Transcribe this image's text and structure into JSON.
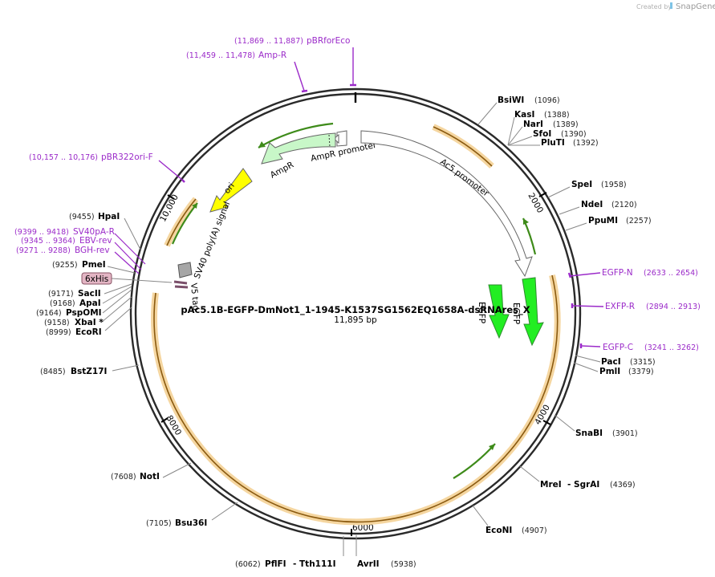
{
  "credit": {
    "prefix": "Created by",
    "brand": "SnapGene"
  },
  "map": {
    "title": "pAc5.1B-EGFP-DmNot1_1-1945-K1537SG1562EQ1658A-dsRNAres_X",
    "size_label": "11,895 bp"
  },
  "tick_labels": [
    "2000",
    "4000",
    "6000",
    "8000",
    "10,000"
  ],
  "sites_right": [
    {
      "name": "BsiWI",
      "pos": "(1096)"
    },
    {
      "name": "KasI",
      "pos": "(1388)"
    },
    {
      "name": "NarI",
      "pos": "(1389)"
    },
    {
      "name": "SfoI",
      "pos": "(1390)"
    },
    {
      "name": "PluTI",
      "pos": "(1392)"
    },
    {
      "name": "SpeI",
      "pos": "(1958)"
    },
    {
      "name": "NdeI",
      "pos": "(2120)"
    },
    {
      "name": "PpuMI",
      "pos": "(2257)"
    },
    {
      "name": "PacI",
      "pos": "(3315)"
    },
    {
      "name": "PmlI",
      "pos": "(3379)"
    },
    {
      "name": "SnaBI",
      "pos": "(3901)"
    },
    {
      "name": "MreI",
      "pos": ""
    },
    {
      "name": "- SgrAI",
      "pos": "(4369)"
    },
    {
      "name": "EcoNI",
      "pos": "(4907)"
    },
    {
      "name": "AvrII",
      "pos": "(5938)"
    }
  ],
  "sites_left": [
    {
      "name": "PflFI",
      "pos": "(6062)"
    },
    {
      "name": "- Tth111I",
      "pos": ""
    },
    {
      "name": "Bsu36I",
      "pos": "(7105)"
    },
    {
      "name": "NotI",
      "pos": "(7608)"
    },
    {
      "name": "BstZ17I",
      "pos": "(8485)"
    },
    {
      "name": "EcoRI",
      "pos": "(8999)"
    },
    {
      "name": "XbaI  *",
      "pos": "(9158)"
    },
    {
      "name": "PspOMI",
      "pos": "(9164)"
    },
    {
      "name": "ApaI",
      "pos": "(9168)"
    },
    {
      "name": "SacII",
      "pos": "(9171)"
    },
    {
      "name": "PmeI",
      "pos": "(9255)"
    },
    {
      "name": "HpaI",
      "pos": "(9455)"
    }
  ],
  "primers": [
    {
      "name": "pBRforEco",
      "range": "(11,869 .. 11,887)"
    },
    {
      "name": "Amp-R",
      "range": "(11,459 .. 11,478)"
    },
    {
      "name": "pBR322ori-F",
      "range": "(10,157 .. 10,176)"
    },
    {
      "name": "SV40pA-R",
      "range": "(9399 .. 9418)"
    },
    {
      "name": "EBV-rev",
      "range": "(9345 .. 9364)"
    },
    {
      "name": "BGH-rev",
      "range": "(9271 .. 9288)"
    },
    {
      "name": "EGFP-N",
      "range": "(2633 .. 2654)"
    },
    {
      "name": "EXFP-R",
      "range": "(2894 .. 2913)"
    },
    {
      "name": "EGFP-C",
      "range": "(3241 .. 3262)"
    }
  ],
  "features": {
    "ampr_promoter": "AmpR promoter",
    "ampr": "AmpR",
    "ac5_promoter": "Ac5 promoter",
    "ori": "ori",
    "sv40": "SV40 poly(A) signal",
    "tag": "V5 tag",
    "egfp_outer": "EGFP",
    "egfp_inner": "EGFP",
    "his_tag": "6xHis"
  },
  "colors": {
    "primer": "#9b2bc9",
    "egfp": "#22ee22",
    "ampr": "#c8f7c8",
    "ori": "#ffff00",
    "orf": "#f5c77a",
    "backbone": "#2a2a2a"
  }
}
